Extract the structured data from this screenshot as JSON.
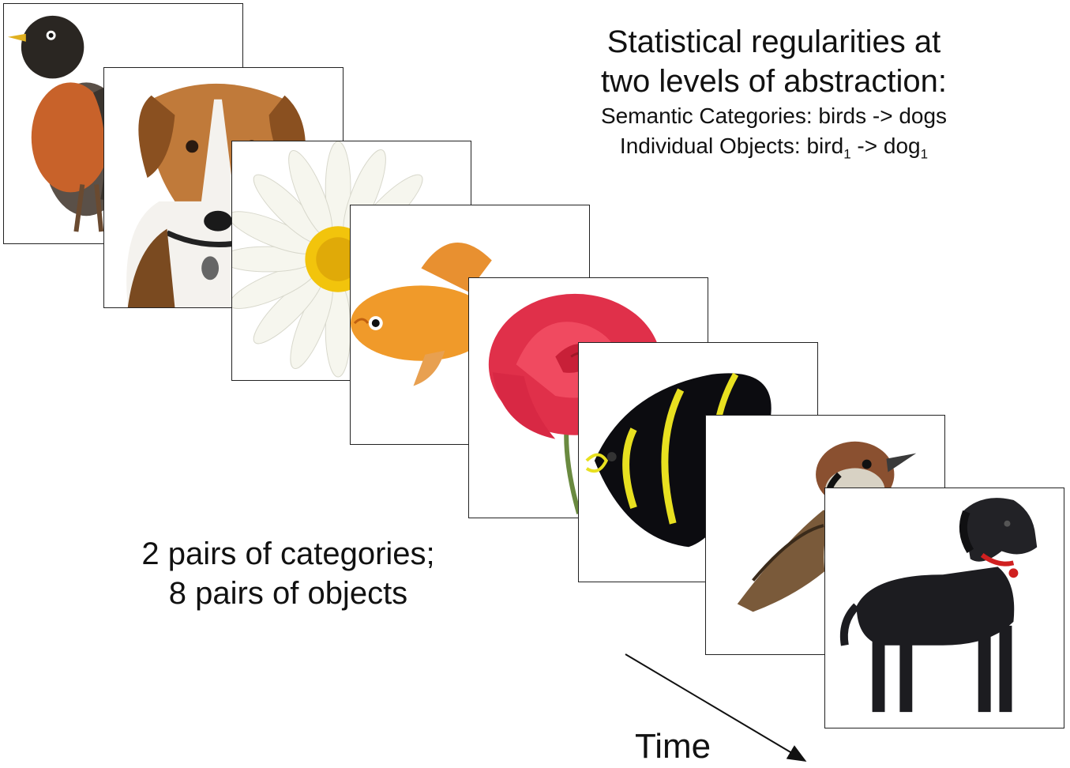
{
  "heading": {
    "line1": "Statistical regularities at",
    "line2": "two levels of abstraction:",
    "semantic": "Semantic Categories: birds -> dogs",
    "individual_prefix": "Individual Objects: bird",
    "individual_sub1": "1",
    "individual_mid": " -> dog",
    "individual_sub2": "1"
  },
  "summary": {
    "line1": "2 pairs of categories;",
    "line2": "8 pairs of objects"
  },
  "time_label": "Time",
  "sequence": [
    {
      "item": "robin",
      "category": "bird"
    },
    {
      "item": "beagle",
      "category": "dog"
    },
    {
      "item": "daisy",
      "category": "flower"
    },
    {
      "item": "goldfish",
      "category": "fish"
    },
    {
      "item": "rose",
      "category": "flower"
    },
    {
      "item": "angelfish",
      "category": "fish"
    },
    {
      "item": "sparrow",
      "category": "bird"
    },
    {
      "item": "black-labrador",
      "category": "dog"
    }
  ],
  "colors": {
    "robin_breast": "#c8622a",
    "goldfish": "#f09a2a",
    "rose": "#e0304a",
    "angelfish_stripe": "#e8e020",
    "dog_collar": "#d02020",
    "daisy_center": "#f2c40c"
  }
}
